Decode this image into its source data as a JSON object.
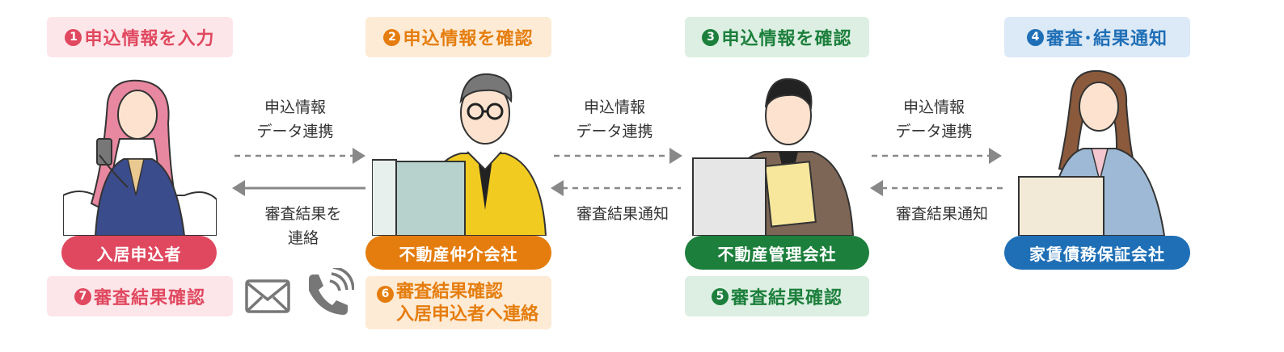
{
  "steps": {
    "s1": {
      "num": "1",
      "label": "申込情報を入力"
    },
    "s2": {
      "num": "2",
      "label": "申込情報を確認"
    },
    "s3": {
      "num": "3",
      "label": "申込情報を確認"
    },
    "s4": {
      "num": "4",
      "label": "審査･結果通知"
    },
    "s5": {
      "num": "5",
      "label": "審査結果確認"
    },
    "s6": {
      "num": "6",
      "line1": "審査結果確認",
      "line2": "入居申込者へ連絡"
    },
    "s7": {
      "num": "7",
      "label": "審査結果確認"
    }
  },
  "roles": {
    "applicant": "入居申込者",
    "agency": "不動産仲介会社",
    "manager": "不動産管理会社",
    "guarantor": "家賃債務保証会社"
  },
  "arrows": {
    "a1": {
      "line1": "申込情報",
      "line2": "データ連携"
    },
    "a2": {
      "line1": "申込情報",
      "line2": "データ連携"
    },
    "a3": {
      "line1": "申込情報",
      "line2": "データ連携"
    },
    "b1": {
      "line1": "審査結果を",
      "line2": "連絡"
    },
    "b2": {
      "line1": "審査結果通知"
    },
    "b3": {
      "line1": "審査結果通知"
    }
  },
  "icons": [
    "mail-icon",
    "phone-icon"
  ],
  "colors": {
    "pink": "#e0485f",
    "orange": "#e57d0e",
    "green": "#1c7f3c",
    "blue": "#1f6fb6",
    "arrow": "#888888"
  }
}
